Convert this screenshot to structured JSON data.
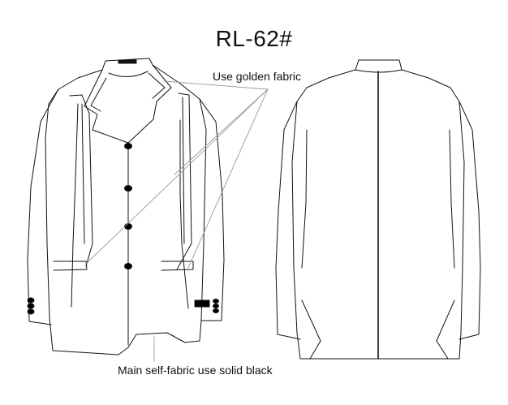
{
  "diagram": {
    "title": "RL-62#",
    "annotations": {
      "golden_fabric": "Use golden fabric",
      "main_fabric": "Main self-fabric use solid black"
    },
    "views": [
      "front-view",
      "back-view"
    ],
    "colors": {
      "line": "#111111",
      "leader": "#9a9a9a",
      "button": "#000000",
      "background": "#ffffff"
    }
  }
}
